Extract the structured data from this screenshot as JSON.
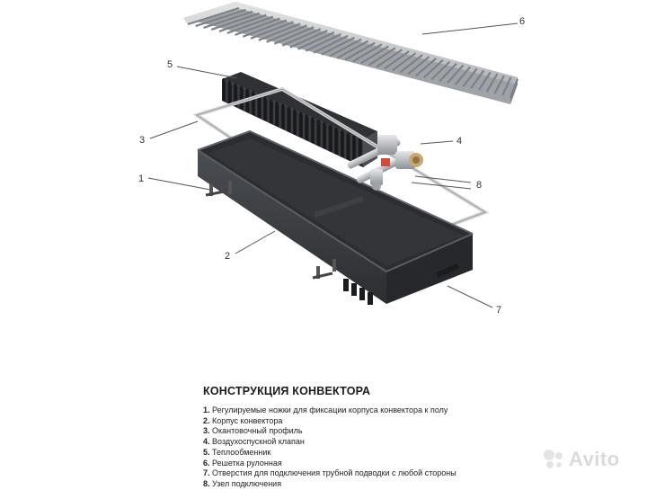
{
  "callouts": [
    "1",
    "2",
    "3",
    "4",
    "5",
    "6",
    "7",
    "8"
  ],
  "title": "КОНСТРУКЦИЯ КОНВЕКТОРА",
  "legend": [
    {
      "num": "1.",
      "text": "Регулируемые ножки для фиксации корпуса конвектора к полу"
    },
    {
      "num": "2.",
      "text": "Корпус конвектора"
    },
    {
      "num": "3.",
      "text": "Окантовочный профиль"
    },
    {
      "num": "4.",
      "text": "Воздухоспускной клапан"
    },
    {
      "num": "5.",
      "text": "Теплообменник"
    },
    {
      "num": "6.",
      "text": "Решетка рулонная"
    },
    {
      "num": "7.",
      "text": "Отверстия для подключения трубной подводки с любой стороны"
    },
    {
      "num": "8.",
      "text": "Узел подключения"
    }
  ],
  "watermark": "Avito",
  "colors": {
    "housing": "#3a3d42",
    "grille": "#c4c6c9",
    "heat_exchanger": "#2b2d30",
    "fittings": "#b9bcc0"
  }
}
